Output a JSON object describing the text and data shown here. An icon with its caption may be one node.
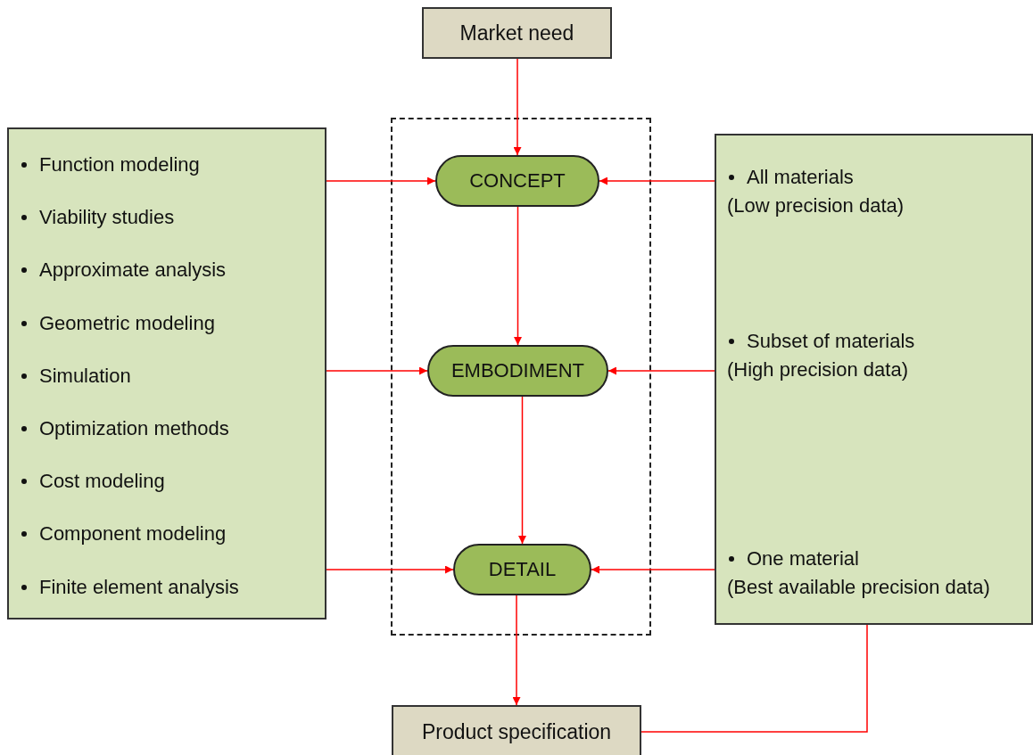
{
  "diagram": {
    "nodes": [
      {
        "text": [
          "Market need"
        ]
      },
      {
        "text": [],
        "shape": "box"
      },
      {
        "text": [
          "CONCEPT"
        ],
        "in": 1
      },
      {
        "text": [
          "EMBODIMENT"
        ],
        "in": 1
      },
      {
        "text": [
          "DETAIL"
        ],
        "in": 1
      },
      {
        "text": [
          "Function modeling",
          "Viability studies",
          "Approximate analysis",
          "Geometric modeling",
          "Simulation",
          "Optimization methods",
          "Cost modeling",
          "Component modeling",
          "Finite element analysis"
        ]
      },
      {
        "text": [
          "All materials",
          "(Low precision data)",
          "Subset of materials",
          "(High precision data)",
          "One material",
          "(Best available precision data)"
        ]
      },
      {
        "text": [
          "Product specification"
        ]
      }
    ],
    "edges": [
      {
        "from": 0,
        "to": 2,
        "arrow": "to"
      },
      {
        "from": 5,
        "to": 2,
        "arrow": "to"
      },
      {
        "from": 6,
        "to": 2,
        "arrow": "to"
      },
      {
        "from": 2,
        "to": 3,
        "arrow": "to"
      },
      {
        "from": 5,
        "to": 3,
        "arrow": "to"
      },
      {
        "from": 6,
        "to": 3,
        "arrow": "to"
      },
      {
        "from": 3,
        "to": 4,
        "arrow": "to"
      },
      {
        "from": 5,
        "to": 4,
        "arrow": "to"
      },
      {
        "from": 6,
        "to": 4,
        "arrow": "to"
      },
      {
        "from": 4,
        "to": 7,
        "arrow": "to"
      },
      {
        "from": 6,
        "to": 7,
        "arrow": "none"
      }
    ]
  }
}
